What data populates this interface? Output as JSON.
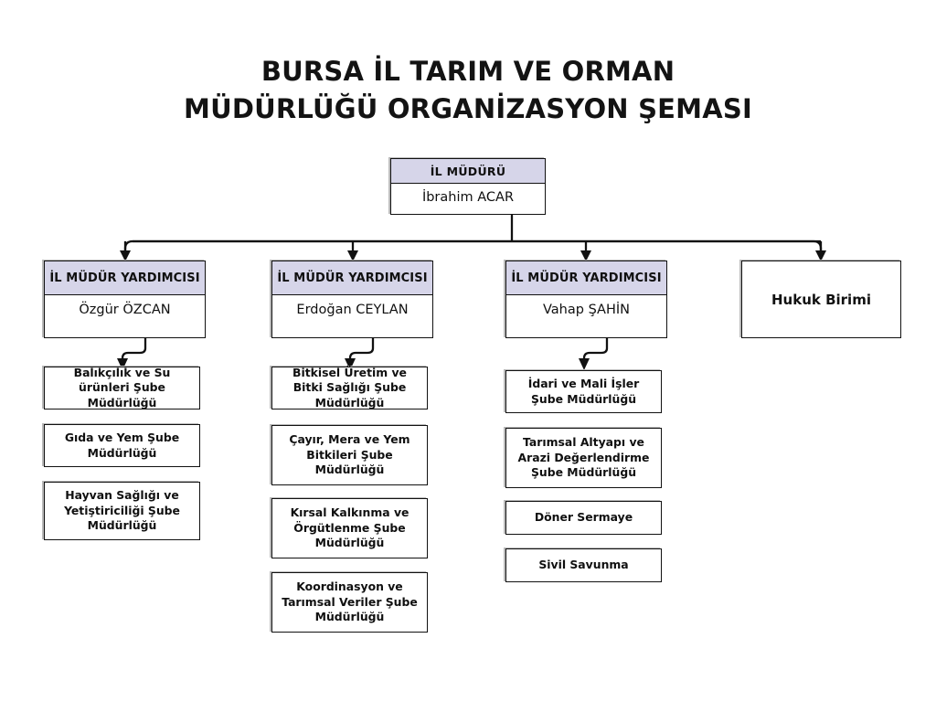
{
  "title": {
    "line1": "BURSA İL TARIM VE ORMAN",
    "line2": "MÜDÜRLÜĞÜ ORGANİZASYON ŞEMASI"
  },
  "colors": {
    "header_fill": "#d6d5e9",
    "box_border": "#111111",
    "box_fill": "#ffffff",
    "connector": "#111111",
    "shadow": "#b9b9b9",
    "text": "#101010",
    "background": "#ffffff"
  },
  "director": {
    "role": "İL MÜDÜRÜ",
    "name": "İbrahim ACAR"
  },
  "deputies": [
    {
      "role": "İL MÜDÜR YARDIMCISI",
      "name": "Özgür ÖZCAN"
    },
    {
      "role": "İL MÜDÜR YARDIMCISI",
      "name": "Erdoğan CEYLAN"
    },
    {
      "role": "İL MÜDÜR YARDIMCISI",
      "name": "Vahap ŞAHİN"
    }
  ],
  "legal_unit": {
    "label": "Hukuk Birimi"
  },
  "units": {
    "column1": [
      {
        "label": "Balıkçılık ve Su ürünleri Şube Müdürlüğü"
      },
      {
        "label": "Gıda ve Yem Şube Müdürlüğü"
      },
      {
        "label": "Hayvan Sağlığı ve Yetiştiriciliği Şube Müdürlüğü"
      }
    ],
    "column2": [
      {
        "label": "Bitkisel Üretim ve Bitki Sağlığı Şube Müdürlüğü"
      },
      {
        "label": "Çayır, Mera ve Yem Bitkileri Şube Müdürlüğü"
      },
      {
        "label": "Kırsal Kalkınma ve Örgütlenme Şube Müdürlüğü"
      },
      {
        "label": "Koordinasyon ve Tarımsal Veriler Şube Müdürlüğü"
      }
    ],
    "column3": [
      {
        "label": "İdari ve Mali İşler Şube Müdürlüğü"
      },
      {
        "label": "Tarımsal Altyapı ve Arazi Değerlendirme Şube Müdürlüğü"
      },
      {
        "label": "Döner Sermaye"
      },
      {
        "label": "Sivil Savunma"
      }
    ]
  }
}
